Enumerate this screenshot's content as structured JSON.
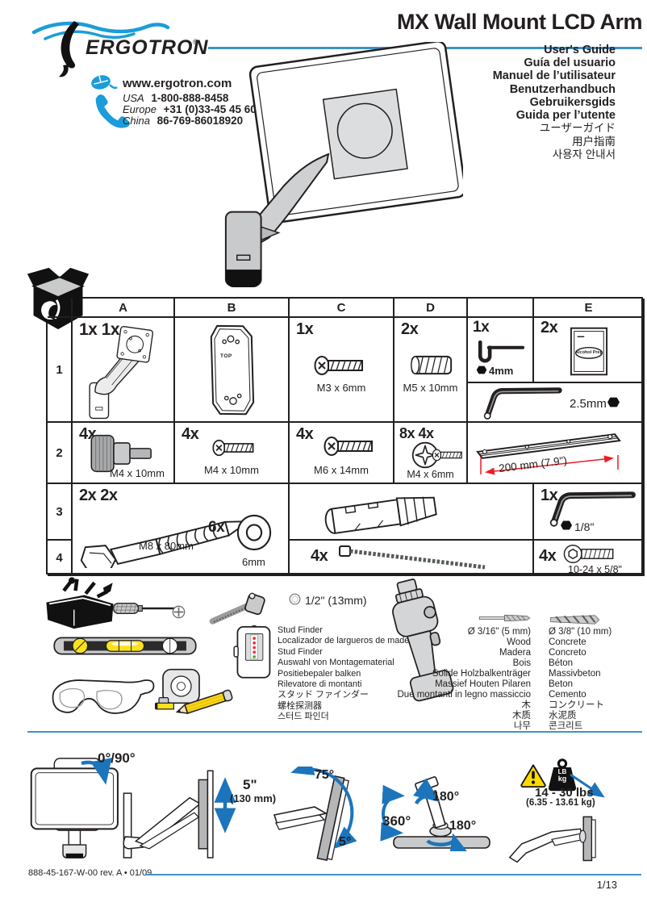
{
  "header": {
    "title": "MX Wall Mount LCD Arm",
    "brand": "ERGOTRON",
    "brand_reg": "®"
  },
  "contact": {
    "website": "www.ergotron.com",
    "phones": [
      {
        "region": "USA",
        "number": "1-800-888-8458"
      },
      {
        "region": "Europe",
        "number": "+31 (0)33-45 45 600"
      },
      {
        "region": "China",
        "number": "86-769-86018920"
      }
    ]
  },
  "languages": [
    "User's Guide",
    "Guía del usuario",
    "Manuel de l’utilisateur",
    "Benutzerhandbuch",
    "Gebruikersgids",
    "Guida per l’utente",
    "ユーザーガイド",
    "用户指南",
    "사용자 안내서"
  ],
  "table": {
    "col_headers": [
      "A",
      "B",
      "C",
      "D",
      "E"
    ],
    "row_labels": [
      "1",
      "2",
      "3",
      "4"
    ],
    "plate_top_label": "TOP",
    "alcohol_label": "Alcohol Prep",
    "cells": {
      "r1a_count": "1x 1x",
      "r1c_count": "1x",
      "r1c_size": "M3 x 6mm",
      "r1d_count": "2x",
      "r1d_size": "M5 x 10mm",
      "r1s_count": "1x",
      "r1s_size": "4mm",
      "r1e_count": "2x",
      "r1w_size": "2.5mm",
      "r2a_count": "4x",
      "r2a_size": "M4 x 10mm",
      "r2b_count": "4x",
      "r2b_size": "M4 x 10mm",
      "r2c_count": "4x",
      "r2c_size": "M6 x 14mm",
      "r2d_count": "8x 4x",
      "r2d_size": "M4 x 6mm",
      "r2e_size": "200 mm (7.9\")",
      "r34ab_count": "2x 2x",
      "r34ab_size": "M8 x 80mm",
      "washer_count": "6x",
      "washer_size": "6mm",
      "r3e_count": "1x",
      "r3e_size": "1/8\"",
      "r4cd_count": "4x",
      "r4e_count": "4x",
      "r4e_size": "10-24 x 5/8\""
    }
  },
  "tools": {
    "wrench_size": "1/2\" (13mm)",
    "stud_finder_labels": [
      "Stud Finder",
      "Localizador de largueros de madera",
      "Stud Finder",
      "Auswahl von Montagematerial",
      "Positiebepaler balken",
      "Rilevatore di montanti",
      "スタッド ファインダー",
      "螺栓探测器",
      "스터드 파인더"
    ],
    "bit_wood": {
      "diameter": "Ø 3/16\" (5 mm)",
      "labels": [
        "Wood",
        "Madera",
        "Bois",
        "Solide Holzbalkenträger",
        "Massief Houten Pilaren",
        "Due montanti in legno massiccio",
        "木",
        "木质",
        "나무"
      ]
    },
    "bit_concrete": {
      "diameter": "Ø 3/8\" (10 mm)",
      "labels": [
        "Concrete",
        "Concreto",
        "Béton",
        "Massivbeton",
        "Beton",
        "Cemento",
        "コンクリート",
        "水泥质",
        "콘크리트"
      ]
    }
  },
  "motion": {
    "rotation": "0°/90°",
    "lift": "5\"",
    "lift_mm": "(130 mm)",
    "tilt_back": "75°",
    "tilt_forward": "5°",
    "pan": "360°",
    "swivel": "180°",
    "base_rotation": "180°",
    "weight_unit_lb": "LB",
    "weight_unit_kg": "kg",
    "weight_range": "14 - 30 lbs",
    "weight_range_kg": "(6.35 - 13.61 kg)"
  },
  "footer": {
    "part_number": "888-45-167-W-00 rev. A • 01/09",
    "page": "1/13"
  }
}
